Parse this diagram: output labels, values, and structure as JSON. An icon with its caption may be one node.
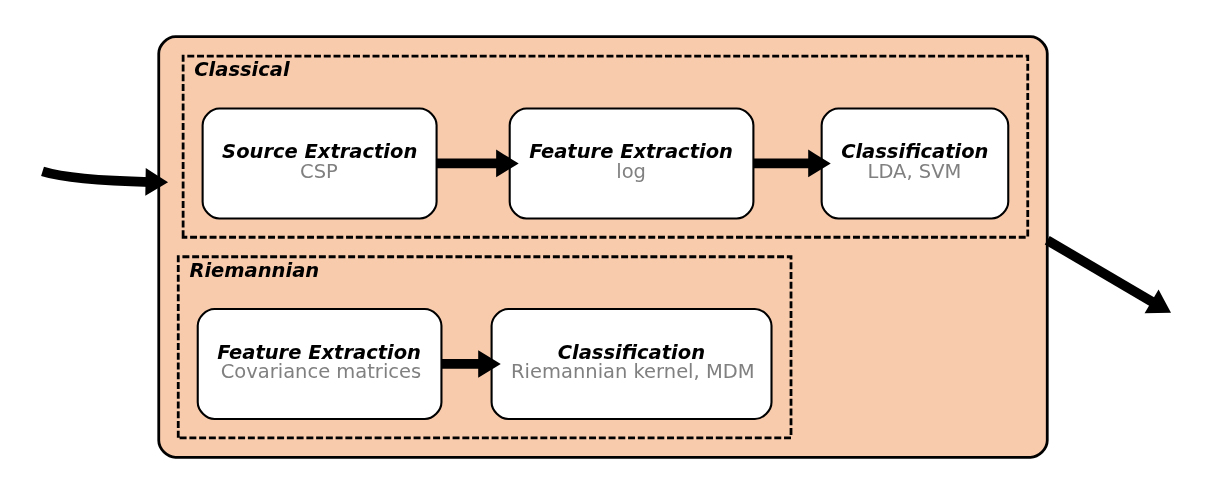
{
  "diagram": {
    "nodes": [
      {
        "text": [],
        "shape": "box"
      },
      {
        "text": [
          "Classical"
        ],
        "in": 0
      },
      {
        "text": [
          "Source Extraction",
          "CSP"
        ],
        "in": 1
      },
      {
        "text": [
          "Feature Extraction",
          "log"
        ],
        "in": 1
      },
      {
        "text": [
          "Classification",
          "LDA, SVM"
        ],
        "in": 1
      },
      {
        "text": [
          "Riemannian"
        ],
        "in": 0
      },
      {
        "text": [
          "Feature Extraction",
          "Covariance matrices"
        ],
        "in": 5
      },
      {
        "text": [
          "Classification",
          "Riemannian kernel, MDM"
        ],
        "in": 5
      }
    ],
    "edges": [
      {
        "from": 0,
        "to": null,
        "arrow": "to"
      },
      {
        "from": 2,
        "to": 3,
        "arrow": "to"
      },
      {
        "from": 3,
        "to": 4,
        "arrow": "to"
      },
      {
        "from": 6,
        "to": 7,
        "arrow": "to"
      },
      {
        "from": null,
        "to": 0,
        "arrow": "to"
      }
    ]
  }
}
